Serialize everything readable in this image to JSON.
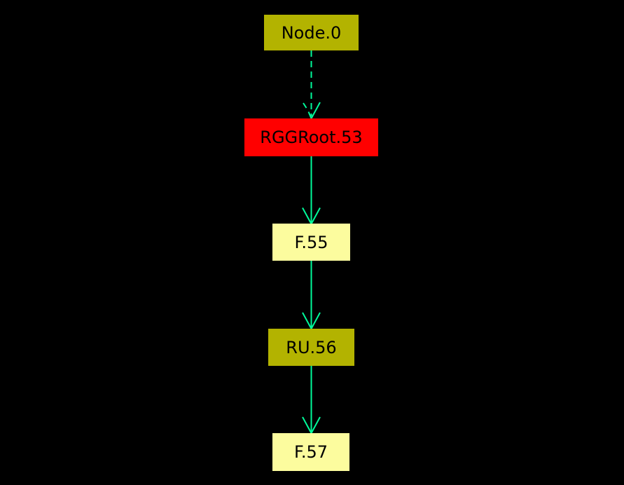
{
  "canvas": {
    "background": "#000000"
  },
  "diagram": {
    "type": "directed-graph",
    "edge_color": "#00fa9a",
    "nodes": [
      {
        "id": "Node.0",
        "label": "Node.0",
        "shape": "box",
        "fill": "#b3b300",
        "text_color": "#000000"
      },
      {
        "id": "RGGRoot.53",
        "label": "RGGRoot.53",
        "shape": "box",
        "fill": "#ff0000",
        "text_color": "#000000"
      },
      {
        "id": "F.55",
        "label": "F.55",
        "shape": "box",
        "fill": "#fcfc9e",
        "text_color": "#000000"
      },
      {
        "id": "RU.56",
        "label": "RU.56",
        "shape": "box",
        "fill": "#b3b300",
        "text_color": "#000000"
      },
      {
        "id": "F.57",
        "label": "F.57",
        "shape": "box",
        "fill": "#fcfc9e",
        "text_color": "#000000"
      }
    ],
    "edges": [
      {
        "from": "Node.0",
        "to": "RGGRoot.53",
        "style": "dashed",
        "arrowhead": "open-vee"
      },
      {
        "from": "RGGRoot.53",
        "to": "F.55",
        "style": "solid",
        "arrowhead": "open-vee"
      },
      {
        "from": "F.55",
        "to": "RU.56",
        "style": "solid",
        "arrowhead": "open-vee"
      },
      {
        "from": "RU.56",
        "to": "F.57",
        "style": "solid",
        "arrowhead": "open-vee"
      }
    ]
  }
}
